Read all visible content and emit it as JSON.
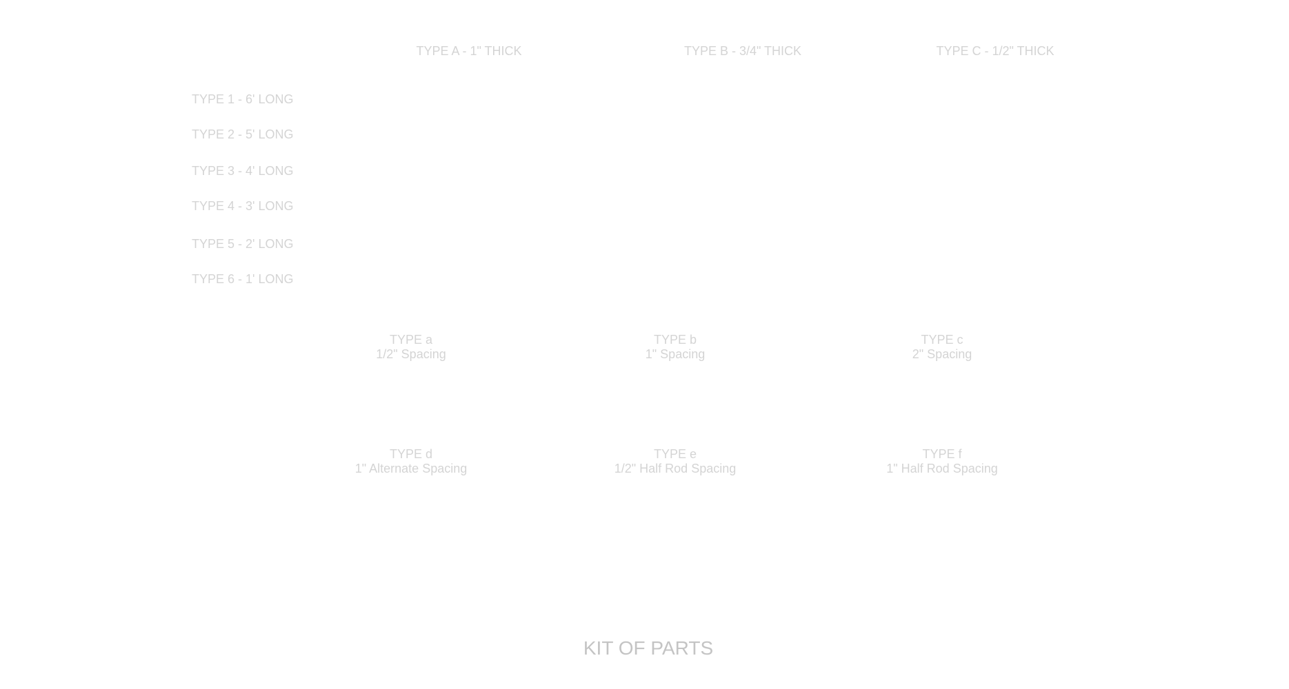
{
  "title": "KIT OF PARTS",
  "thickness_types": [
    "TYPE A - 1\" THICK",
    "TYPE B - 3/4\" THICK",
    "TYPE C - 1/2\" THICK"
  ],
  "length_types": [
    "TYPE 1 - 6' LONG",
    "TYPE 2 - 5' LONG",
    "TYPE 3 - 4' LONG",
    "TYPE 4 - 3' LONG",
    "TYPE 5 - 2' LONG",
    "TYPE 6 - 1' LONG"
  ],
  "spacing_types": [
    {
      "type": "TYPE a",
      "spacing": "1/2\" Spacing"
    },
    {
      "type": "TYPE b",
      "spacing": "1\" Spacing"
    },
    {
      "type": "TYPE c",
      "spacing": "2\" Spacing"
    },
    {
      "type": "TYPE d",
      "spacing": "1\" Alternate Spacing"
    },
    {
      "type": "TYPE e",
      "spacing": "1/2\" Half Rod Spacing"
    },
    {
      "type": "TYPE f",
      "spacing": "1\"  Half Rod Spacing"
    }
  ]
}
